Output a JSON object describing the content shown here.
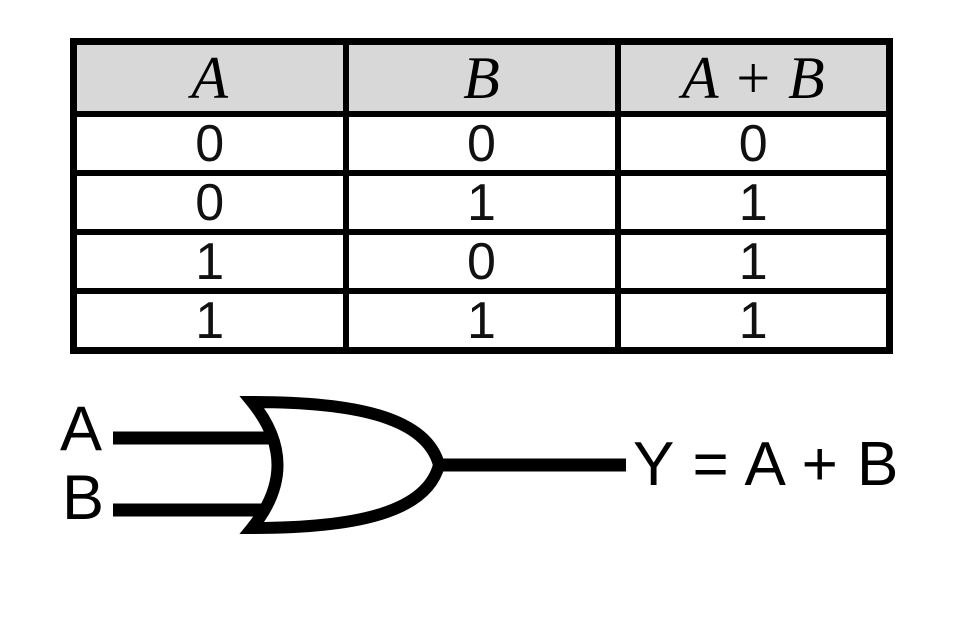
{
  "truth_table": {
    "headers": [
      "A",
      "B",
      "A + B"
    ],
    "rows": [
      [
        "0",
        "0",
        "0"
      ],
      [
        "0",
        "1",
        "1"
      ],
      [
        "1",
        "0",
        "1"
      ],
      [
        "1",
        "1",
        "1"
      ]
    ]
  },
  "gate": {
    "symbol": "or-gate",
    "input_a_label": "A",
    "input_b_label": "B",
    "output_label": "Y = A + B"
  },
  "colors": {
    "header_background": "#d8d8d8",
    "stroke": "#000000",
    "background": "#ffffff"
  }
}
